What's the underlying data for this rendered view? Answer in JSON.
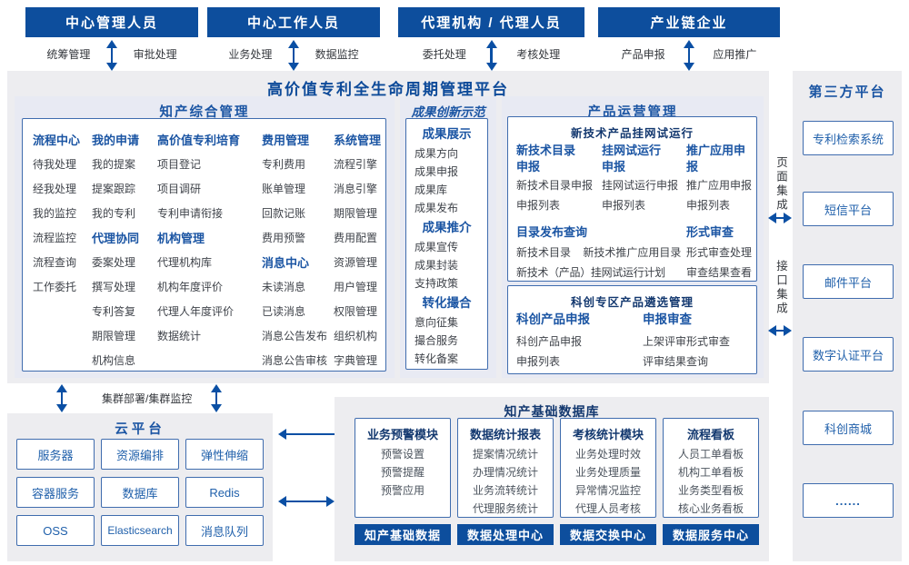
{
  "top_groups": [
    {
      "title": "中心管理人员",
      "left": "统筹管理",
      "right": "审批处理"
    },
    {
      "title": "中心工作人员",
      "left": "业务处理",
      "right": "数据监控"
    },
    {
      "title": "代理机构 / 代理人员",
      "left": "委托处理",
      "right": "考核处理"
    },
    {
      "title": "产业链企业",
      "left": "产品申报",
      "right": "应用推广"
    }
  ],
  "platform": {
    "title": "高价值专利全生命周期管理平台",
    "ip": {
      "title": "知产综合管理",
      "columns": [
        {
          "blocks": [
            {
              "header": "流程中心",
              "items": [
                "待我处理",
                "经我处理",
                "我的监控",
                "流程监控",
                "流程查询",
                "工作委托"
              ]
            }
          ]
        },
        {
          "blocks": [
            {
              "header": "我的申请",
              "items": [
                "我的提案",
                "提案跟踪",
                "我的专利"
              ]
            },
            {
              "header": "代理协同",
              "items": [
                "委案处理",
                "撰写处理",
                "专利答复",
                "期限管理",
                "机构信息"
              ]
            }
          ]
        },
        {
          "blocks": [
            {
              "header": "高价值专利培育",
              "items": [
                "项目登记",
                "项目调研",
                "专利申请衔接"
              ]
            },
            {
              "header": "机构管理",
              "items": [
                "代理机构库",
                "机构年度评价",
                "代理人年度评价",
                "数据统计"
              ]
            }
          ]
        },
        {
          "blocks": [
            {
              "header": "费用管理",
              "items": [
                "专利费用",
                "账单管理",
                "回款记账",
                "费用预警"
              ]
            },
            {
              "header": "消息中心",
              "items": [
                "未读消息",
                "已读消息",
                "消息公告发布",
                "消息公告审核"
              ]
            }
          ]
        },
        {
          "blocks": [
            {
              "header": "系统管理",
              "items": [
                "流程引擎",
                "消息引擎",
                "期限管理",
                "费用配置",
                "资源管理",
                "用户管理",
                "权限管理",
                "组织机构",
                "字典管理"
              ]
            }
          ]
        }
      ]
    },
    "achv": {
      "title": "成果创新示范",
      "blocks": [
        {
          "header": "成果展示",
          "items": [
            "成果方向",
            "成果申报",
            "成果库",
            "成果发布"
          ]
        },
        {
          "header": "成果推介",
          "items": [
            "成果宣传",
            "成果封装",
            "支持政策"
          ]
        },
        {
          "header": "转化撮合",
          "items": [
            "意向征集",
            "撮合服务",
            "转化备案"
          ]
        }
      ]
    },
    "product": {
      "title": "产品运营管理",
      "box1": {
        "title": "新技术产品挂网试运行",
        "row1": [
          {
            "header": "新技术目录申报",
            "items": [
              "新技术目录申报",
              "申报列表"
            ]
          },
          {
            "header": "挂网试运行申报",
            "items": [
              "挂网试运行申报",
              "申报列表"
            ]
          },
          {
            "header": "推广应用申报",
            "items": [
              "推广应用申报",
              "申报列表"
            ]
          }
        ],
        "row2_left": {
          "header": "目录发布查询",
          "line1a": "新技术目录",
          "line1b": "新技术推广应用目录",
          "line2": "新技术（产品）挂网试运行计划"
        },
        "row2_right": {
          "header": "形式审查",
          "items": [
            "形式审查处理",
            "审查结果查看"
          ]
        }
      },
      "box2": {
        "title": "科创专区产品遴选管理",
        "groups": [
          {
            "header": "科创产品申报",
            "items": [
              "科创产品申报",
              "申报列表"
            ]
          },
          {
            "header": "申报审查",
            "items": [
              "上架评审形式审查",
              "评审结果查询"
            ]
          }
        ]
      }
    }
  },
  "cluster_label": "集群部署/集群监控",
  "cloud": {
    "title": "云平台",
    "boxes": [
      "服务器",
      "资源编排",
      "弹性伸缩",
      "容器服务",
      "数据库",
      "Redis",
      "OSS",
      "Elasticsearch",
      "消息队列"
    ]
  },
  "database": {
    "title": "知产基础数据库",
    "modules": [
      {
        "header": "业务预警模块",
        "items": [
          "预警设置",
          "预警提醒",
          "预警应用"
        ],
        "footer": "知产基础数据"
      },
      {
        "header": "数据统计报表",
        "items": [
          "提案情况统计",
          "办理情况统计",
          "业务流转统计",
          "代理服务统计"
        ],
        "footer": "数据处理中心"
      },
      {
        "header": "考核统计模块",
        "items": [
          "业务处理时效",
          "业务处理质量",
          "异常情况监控",
          "代理人员考核"
        ],
        "footer": "数据交换中心"
      },
      {
        "header": "流程看板",
        "items": [
          "人员工单看板",
          "机构工单看板",
          "业务类型看板",
          "核心业务看板"
        ],
        "footer": "数据服务中心"
      }
    ]
  },
  "third_party": {
    "title": "第三方平台",
    "boxes": [
      "专利检索系统",
      "短信平台",
      "邮件平台",
      "数字认证平台",
      "科创商城",
      "......"
    ],
    "page_integration": "页面集成",
    "api_integration": "接口集成"
  }
}
